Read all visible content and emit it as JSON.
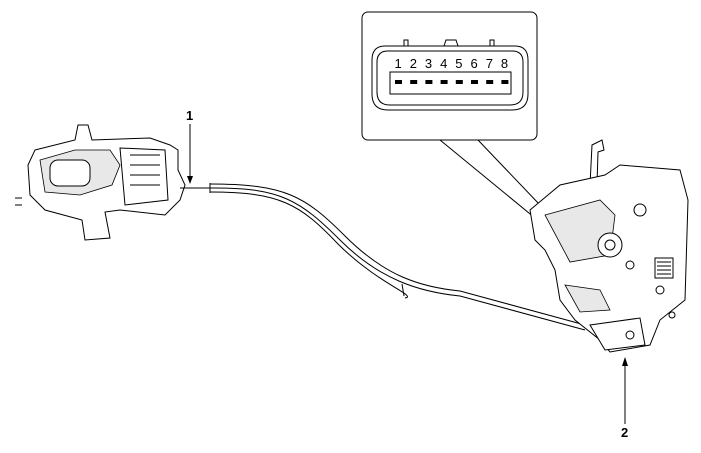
{
  "callouts": [
    {
      "number": "1",
      "part": "inside-handle"
    },
    {
      "number": "2",
      "part": "door-latch"
    }
  ],
  "connector": {
    "pins": [
      "1",
      "2",
      "3",
      "4",
      "5",
      "6",
      "7",
      "8"
    ]
  }
}
